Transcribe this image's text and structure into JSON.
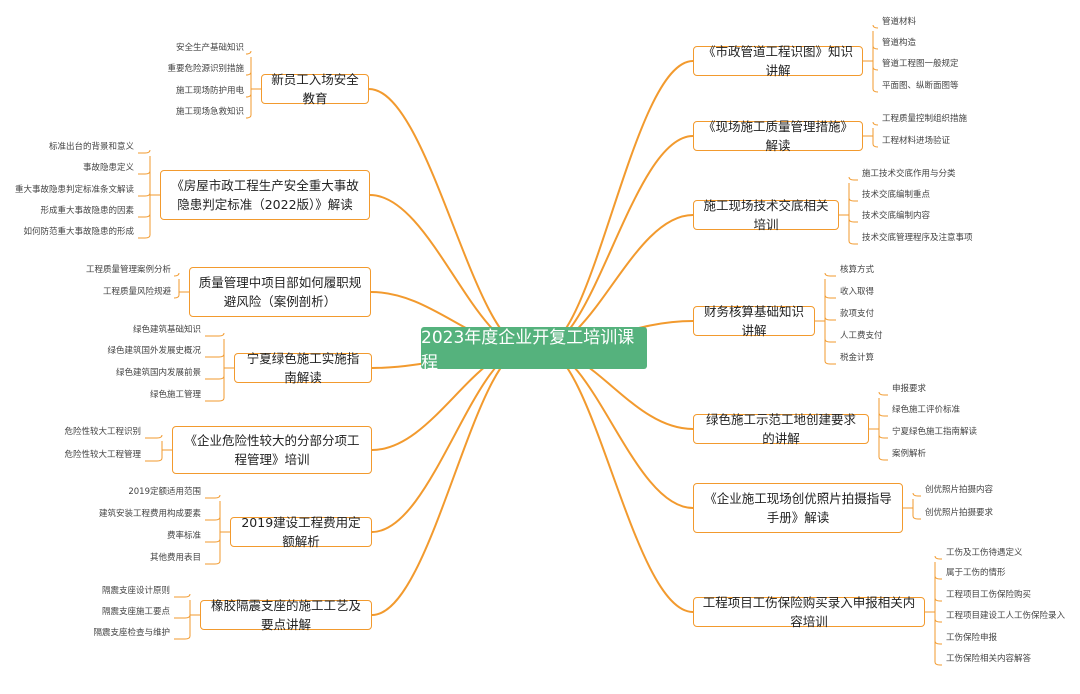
{
  "center": "2023年度企业开复工培训课程",
  "left_topics": [
    {
      "label": "新员工入场安全教育",
      "children": [
        "安全生产基础知识",
        "重要危险源识别措施",
        "施工现场防护用电",
        "施工现场急救知识"
      ]
    },
    {
      "label": "《房屋市政工程生产安全重大事故隐患判定标准（2022版）》解读",
      "children": [
        "标准出台的背景和意义",
        "事故隐患定义",
        "重大事故隐患判定标准条文解读",
        "形成重大事故隐患的因素",
        "如何防范重大事故隐患的形成"
      ]
    },
    {
      "label": "质量管理中项目部如何履职规避风险（案例剖析）",
      "children": [
        "工程质量管理案例分析",
        "工程质量风险规避"
      ]
    },
    {
      "label": "宁夏绿色施工实施指南解读",
      "children": [
        "绿色建筑基础知识",
        "绿色建筑国外发展史概况",
        "绿色建筑国内发展前景",
        "绿色施工管理"
      ]
    },
    {
      "label": "《企业危险性较大的分部分项工程管理》培训",
      "children": [
        "危险性较大工程识别",
        "危险性较大工程管理"
      ]
    },
    {
      "label": "2019建设工程费用定额解析",
      "children": [
        "2019定额适用范围",
        "建筑安装工程费用构成要素",
        "费率标准",
        "其他费用表目"
      ]
    },
    {
      "label": "橡胶隔震支座的施工工艺及要点讲解",
      "children": [
        "隔震支座设计原则",
        "隔震支座施工要点",
        "隔震支座检查与维护"
      ]
    }
  ],
  "right_topics": [
    {
      "label": "《市政管道工程识图》知识讲解",
      "children": [
        "管道材料",
        "管道构造",
        "管道工程图一般规定",
        "平面图、纵断面图等"
      ]
    },
    {
      "label": "《现场施工质量管理措施》解读",
      "children": [
        "工程质量控制组织措施",
        "工程材料进场验证"
      ]
    },
    {
      "label": "施工现场技术交底相关培训",
      "children": [
        "施工技术交底作用与分类",
        "技术交底编制重点",
        "技术交底编制内容",
        "技术交底管理程序及注意事项"
      ]
    },
    {
      "label": "财务核算基础知识讲解",
      "children": [
        "核算方式",
        "收入取得",
        "款项支付",
        "人工费支付",
        "税金计算"
      ]
    },
    {
      "label": "绿色施工示范工地创建要求的讲解",
      "children": [
        "申报要求",
        "绿色施工评价标准",
        "宁夏绿色施工指南解读",
        "案例解析"
      ]
    },
    {
      "label": "《企业施工现场创优照片拍摄指导手册》解读",
      "children": [
        "创优照片拍摄内容",
        "创优照片拍摄要求"
      ]
    },
    {
      "label": "工程项目工伤保险购买录入申报相关内容培训",
      "children": [
        "工伤及工伤待遇定义",
        "属于工伤的情形",
        "工程项目工伤保险购买",
        "工程项目建设工人工伤保险录入",
        "工伤保险申报",
        "工伤保险相关内容解答"
      ]
    }
  ],
  "colors": {
    "center": "#55b27d",
    "line": "#f29a2e"
  }
}
